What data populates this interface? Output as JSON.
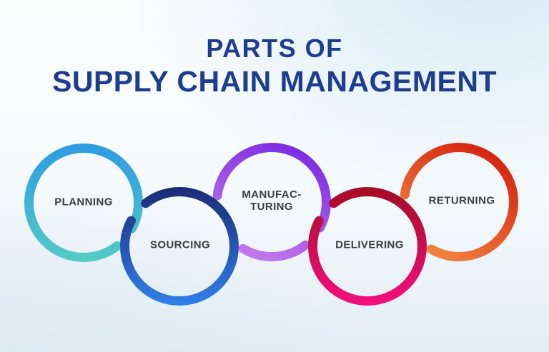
{
  "title": {
    "line1": "PARTS OF",
    "line2": "SUPPLY CHAIN MANAGEMENT",
    "color": "#1e3c90"
  },
  "diagram": {
    "label_color": "#3d3d3d",
    "parts": [
      {
        "id": "planning",
        "label": "PLANNING",
        "position": "up",
        "gradient": {
          "from": "#2d9be3",
          "to": "#55cbc5"
        }
      },
      {
        "id": "sourcing",
        "label": "SOURCING",
        "position": "down",
        "gradient": {
          "from": "#1b2b76",
          "to": "#3180ea"
        }
      },
      {
        "id": "manufacturing",
        "label": "MANUFACTURING",
        "position": "up",
        "label_lines": [
          "MANUFAC-",
          "TURING"
        ],
        "gradient": {
          "from": "#7a2be2",
          "to": "#c47bea"
        }
      },
      {
        "id": "delivering",
        "label": "DELIVERING",
        "position": "down",
        "gradient": {
          "from": "#a30d24",
          "to": "#f50f7e"
        }
      },
      {
        "id": "returning",
        "label": "RETURNING",
        "position": "up",
        "gradient": {
          "from": "#d6230e",
          "to": "#f28a45"
        }
      }
    ]
  },
  "background": {
    "corner_blue": "#d7eaf6",
    "bottom_blue": "#e3edf5",
    "center": "#fbfdfe"
  }
}
